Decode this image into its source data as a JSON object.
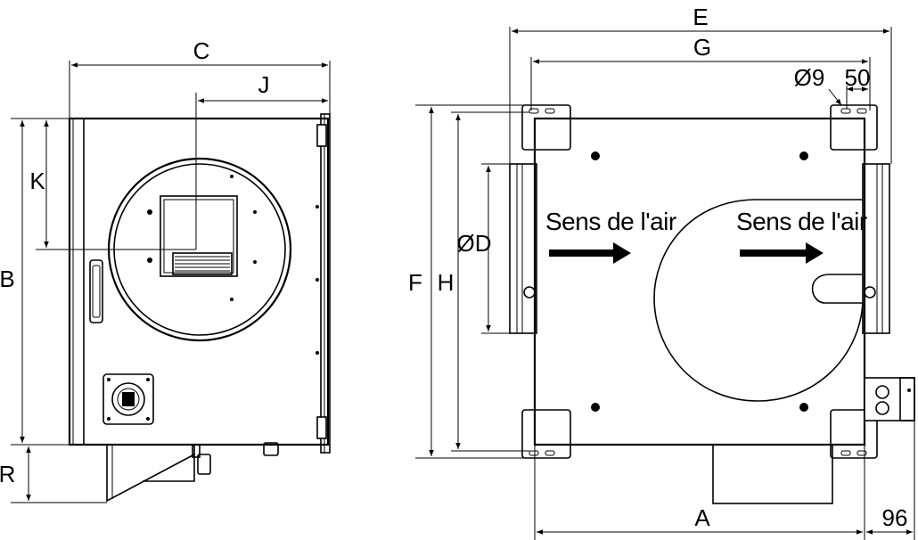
{
  "dimensions": {
    "A": "A",
    "B": "B",
    "C": "C",
    "E": "E",
    "F": "F",
    "G": "G",
    "H": "H",
    "J": "J",
    "K": "K",
    "R": "R",
    "D": "ØD",
    "hole": "Ø9",
    "spacing": "50",
    "offset": "96"
  },
  "airflow": {
    "label_left": "Sens de l'air",
    "label_right": "Sens de l'air"
  }
}
